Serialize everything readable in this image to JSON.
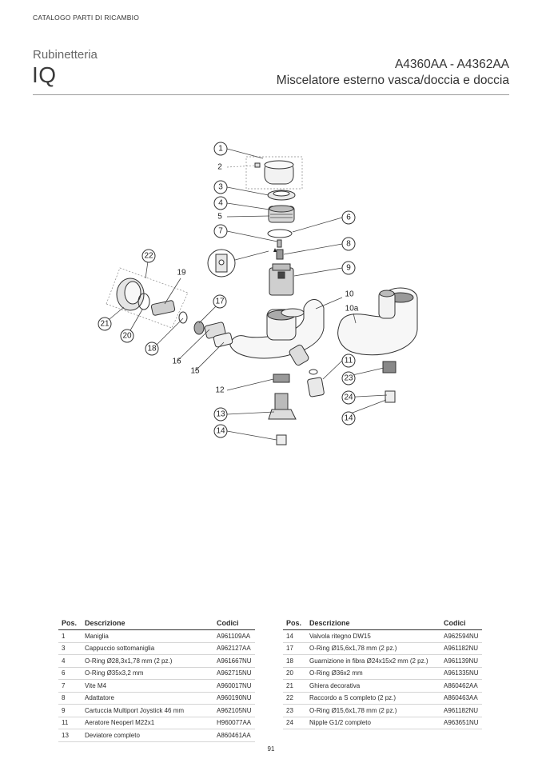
{
  "header": {
    "catalog": "CATALOGO PARTI DI RICAMBIO",
    "brand": "Rubinetteria",
    "series": "IQ",
    "codes": "A4360AA - A4362AA",
    "subtitle": "Miscelatore esterno vasca/doccia e doccia"
  },
  "diagram": {
    "callouts": [
      "1",
      "2",
      "3",
      "4",
      "5",
      "6",
      "7",
      "8",
      "9",
      "10",
      "10a",
      "11",
      "12",
      "13",
      "14",
      "14",
      "15",
      "16",
      "17",
      "18",
      "19",
      "20",
      "21",
      "22",
      "23",
      "24"
    ]
  },
  "table": {
    "headers": {
      "pos": "Pos.",
      "desc": "Descrizione",
      "code": "Codici"
    },
    "left": [
      {
        "pos": "1",
        "desc": "Maniglia",
        "code": "A961109AA"
      },
      {
        "pos": "3",
        "desc": "Cappuccio sottomaniglia",
        "code": "A962127AA"
      },
      {
        "pos": "4",
        "desc": "O-Ring Ø28,3x1,78 mm (2 pz.)",
        "code": "A961667NU"
      },
      {
        "pos": "6",
        "desc": "O-Ring Ø35x3,2 mm",
        "code": "A962715NU"
      },
      {
        "pos": "7",
        "desc": "Vite M4",
        "code": "A960017NU"
      },
      {
        "pos": "8",
        "desc": "Adattatore",
        "code": "A960190NU"
      },
      {
        "pos": "9",
        "desc": "Cartuccia Multiport Joystick 46 mm",
        "code": "A962105NU"
      },
      {
        "pos": "11",
        "desc": "Aeratore Neoperl M22x1",
        "code": "H960077AA"
      },
      {
        "pos": "13",
        "desc": "Deviatore completo",
        "code": "A860461AA"
      }
    ],
    "right": [
      {
        "pos": "14",
        "desc": "Valvola ritegno DW15",
        "code": "A962594NU"
      },
      {
        "pos": "17",
        "desc": "O-Ring Ø15,6x1,78 mm (2 pz.)",
        "code": "A961182NU"
      },
      {
        "pos": "18",
        "desc": "Guarnizione in fibra Ø24x15x2 mm (2 pz.)",
        "code": "A961139NU"
      },
      {
        "pos": "20",
        "desc": "O-Ring Ø36x2 mm",
        "code": "A961335NU"
      },
      {
        "pos": "21",
        "desc": "Ghiera decorativa",
        "code": "A860462AA"
      },
      {
        "pos": "22",
        "desc": "Raccordo a S completo (2 pz.)",
        "code": "A860463AA"
      },
      {
        "pos": "23",
        "desc": "O-Ring Ø15,6x1,78 mm (2 pz.)",
        "code": "A961182NU"
      },
      {
        "pos": "24",
        "desc": "Nipple G1/2 completo",
        "code": "A963651NU"
      }
    ]
  },
  "page_number": "91"
}
